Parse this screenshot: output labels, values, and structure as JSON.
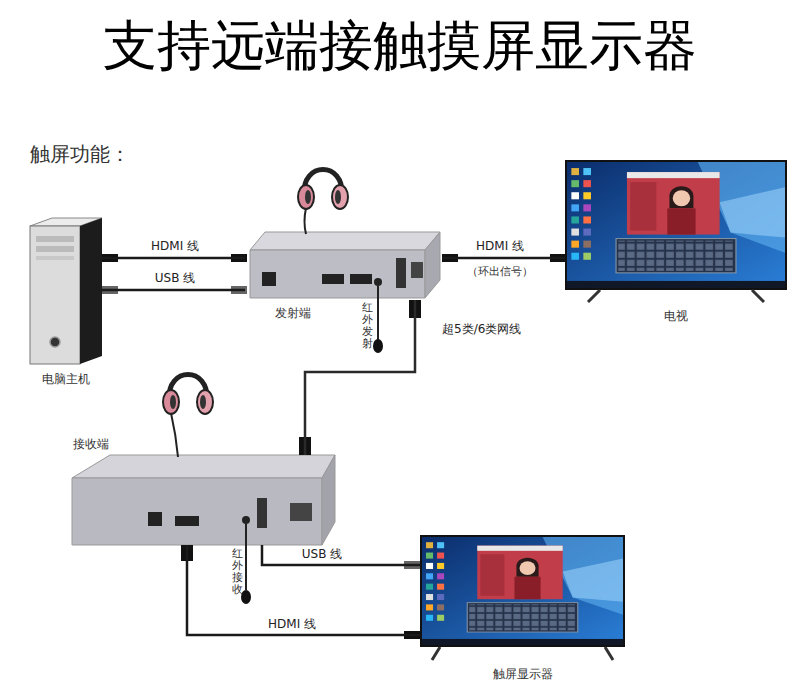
{
  "diagram": {
    "title": "支持远端接触摸屏显示器",
    "nodes": [
      {
        "text": [
          "电脑主机"
        ]
      },
      {
        "text": [
          "发射端"
        ]
      },
      {
        "text": [
          "电视"
        ]
      },
      {
        "text": [
          "接收端"
        ]
      },
      {
        "text": [
          "触屏显示器"
        ]
      }
    ],
    "edges": [
      {
        "from": 0,
        "to": 1,
        "label": "HDMI 线",
        "arrow": "none"
      },
      {
        "from": 0,
        "to": 1,
        "label": "USB 线",
        "arrow": "none"
      },
      {
        "from": 1,
        "to": 2,
        "label": "HDMI 线",
        "arrow": "none"
      },
      {
        "from": 1,
        "to": 3,
        "label": "超5类/6类网线",
        "arrow": "none"
      },
      {
        "from": 3,
        "to": 4,
        "label": "USB 线",
        "arrow": "none"
      },
      {
        "from": 3,
        "to": 4,
        "label": "HDMI 线",
        "arrow": "none"
      }
    ],
    "labels": [
      "触屏功能：",
      "（环出信号）",
      "红外发射",
      "红外接收"
    ]
  }
}
